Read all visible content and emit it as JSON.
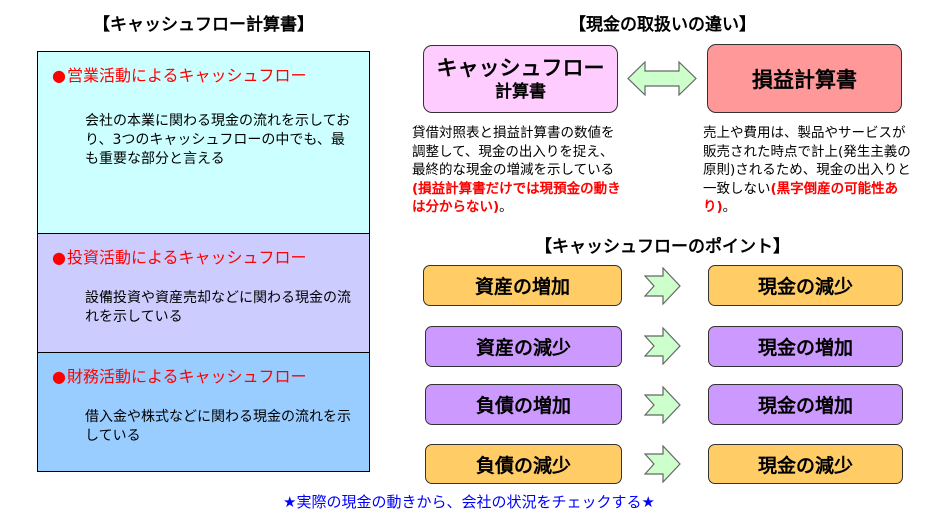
{
  "left": {
    "heading": "【キャッシュフロー計算書】",
    "panels": [
      {
        "bullet": "●",
        "title": "営業活動によるキャッシュフロー",
        "body": "会社の本業に関わる現金の流れを示しており、3つのキャッシュフローの中でも、最も重要な部分と言える",
        "bg": "#ccffff"
      },
      {
        "bullet": "●",
        "title": "投資活動によるキャッシュフロー",
        "body": "設備投資や資産売却などに関わる現金の流れを示している",
        "bg": "#ccccff"
      },
      {
        "bullet": "●",
        "title": "財務活動によるキャッシュフロー",
        "body": "借入金や株式などに関わる現金の流れを示している",
        "bg": "#99ccff"
      }
    ]
  },
  "comparison": {
    "heading": "【現金の取扱いの違い】",
    "cf_box": {
      "line1": "キャッシュフロー",
      "line2": "計算書",
      "bg": "#ffccff"
    },
    "pl_box": {
      "label": "損益計算書",
      "bg": "#ff9999"
    },
    "cf_desc": {
      "text": "貸借対照表と損益計算書の数値を調整して、現金の出入りを捉え、最終的な現金の増減を示している",
      "emphasis": "(損益計算書だけでは現預金の動きは分からない)",
      "end": "。"
    },
    "pl_desc": {
      "text": "売上や費用は、製品やサービスが販売された時点で計上(発生主義の原則)されるため、現金の出入りと一致しない",
      "emphasis": "(黒字倒産の可能性あり)",
      "end": "。"
    }
  },
  "points": {
    "heading": "【キャッシュフローのポイント】",
    "rows": [
      {
        "from": "資産の増加",
        "to": "現金の減少",
        "color": "orange"
      },
      {
        "from": "資産の減少",
        "to": "現金の増加",
        "color": "purple"
      },
      {
        "from": "負債の増加",
        "to": "現金の増加",
        "color": "purple"
      },
      {
        "from": "負債の減少",
        "to": "現金の減少",
        "color": "orange"
      }
    ]
  },
  "footer": "★実際の現金の動きから、会社の状況をチェックする★",
  "colors": {
    "red_text": "#ff0000",
    "footer_blue": "#0000ff",
    "arrow_fill": "#ccffcc",
    "orange": "#ffcc66",
    "purple": "#cc99ff"
  }
}
